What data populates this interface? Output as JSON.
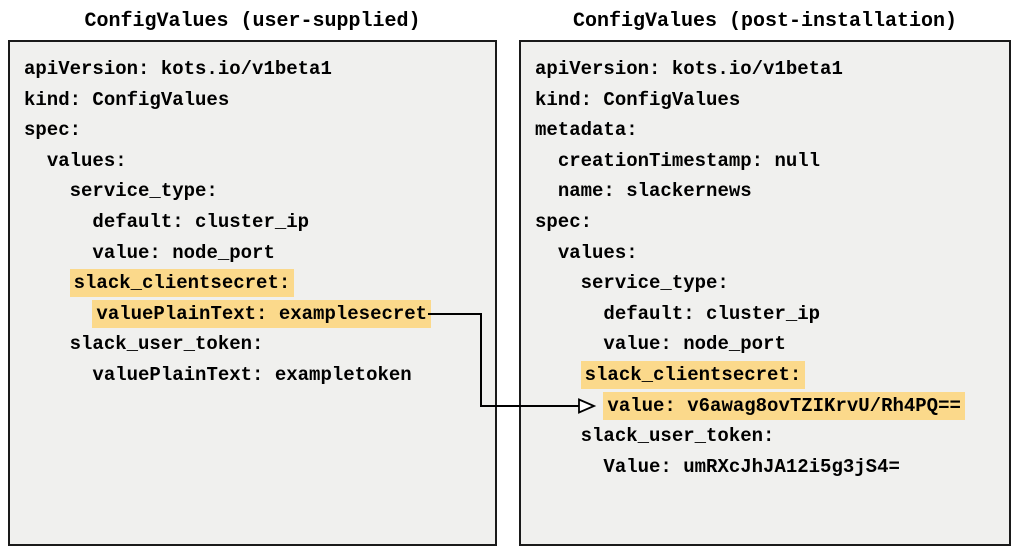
{
  "diagram": {
    "left_panel": {
      "title": "ConfigValues (user-supplied)",
      "lines": [
        {
          "indent": 0,
          "text": "apiVersion: kots.io/v1beta1",
          "highlight": false
        },
        {
          "indent": 0,
          "text": "kind: ConfigValues",
          "highlight": false
        },
        {
          "indent": 0,
          "text": "spec:",
          "highlight": false
        },
        {
          "indent": 2,
          "text": "values:",
          "highlight": false
        },
        {
          "indent": 4,
          "text": "service_type:",
          "highlight": false
        },
        {
          "indent": 6,
          "text": "default: cluster_ip",
          "highlight": false
        },
        {
          "indent": 6,
          "text": "value: node_port",
          "highlight": false
        },
        {
          "indent": 4,
          "text": "slack_clientsecret:",
          "highlight": true
        },
        {
          "indent": 6,
          "text": "valuePlainText: examplesecret",
          "highlight": true
        },
        {
          "indent": 4,
          "text": "slack_user_token:",
          "highlight": false
        },
        {
          "indent": 6,
          "text": "valuePlainText: exampletoken",
          "highlight": false
        }
      ]
    },
    "right_panel": {
      "title": "ConfigValues (post-installation)",
      "lines": [
        {
          "indent": 0,
          "text": "apiVersion: kots.io/v1beta1",
          "highlight": false
        },
        {
          "indent": 0,
          "text": "kind: ConfigValues",
          "highlight": false
        },
        {
          "indent": 0,
          "text": "metadata:",
          "highlight": false
        },
        {
          "indent": 2,
          "text": "creationTimestamp: null",
          "highlight": false
        },
        {
          "indent": 2,
          "text": "name: slackernews",
          "highlight": false
        },
        {
          "indent": 0,
          "text": "spec:",
          "highlight": false
        },
        {
          "indent": 2,
          "text": "values:",
          "highlight": false
        },
        {
          "indent": 4,
          "text": "service_type:",
          "highlight": false
        },
        {
          "indent": 6,
          "text": "default: cluster_ip",
          "highlight": false
        },
        {
          "indent": 6,
          "text": "value: node_port",
          "highlight": false
        },
        {
          "indent": 4,
          "text": "slack_clientsecret:",
          "highlight": true
        },
        {
          "indent": 6,
          "text": "value: v6awag8ovTZIKrvU/Rh4PQ==",
          "highlight": true
        },
        {
          "indent": 4,
          "text": "slack_user_token:",
          "highlight": false
        },
        {
          "indent": 6,
          "text": "Value: umRXcJhJA12i5g3jS4=",
          "highlight": false
        }
      ]
    },
    "arrow": {
      "from": "valuePlainText: examplesecret",
      "to": "value: v6awag8ovTZIKrvU/Rh4PQ=="
    },
    "colors": {
      "highlight": "#fbd98b",
      "panel_bg": "#f0f0ee",
      "panel_border": "#1a1a1a",
      "text": "#000000"
    }
  }
}
